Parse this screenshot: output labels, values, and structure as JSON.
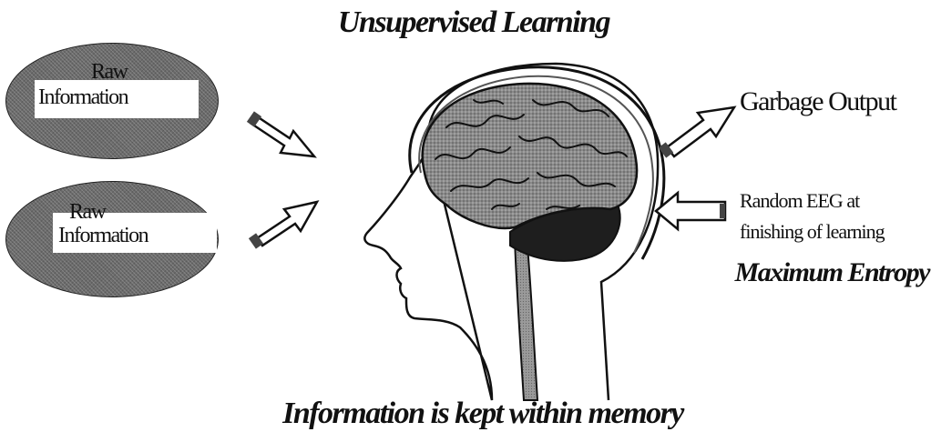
{
  "diagram": {
    "title": "Unsupervised Learning",
    "bottom_caption": "Information is kept within memory",
    "inputs": [
      {
        "line1": "Raw",
        "line2": "Information"
      },
      {
        "line1": "Raw",
        "line2": "Information"
      }
    ],
    "output_label": "Garbage Output",
    "eeg_label": {
      "line1": "Random EEG at",
      "line2": "finishing of learning"
    },
    "entropy_label": "Maximum Entropy"
  },
  "colors": {
    "ellipse_fill": "#6b6b6b",
    "brain_fill": "#8a8a8a",
    "cerebellum_fill": "#1e1e1e",
    "stroke": "#111111"
  }
}
